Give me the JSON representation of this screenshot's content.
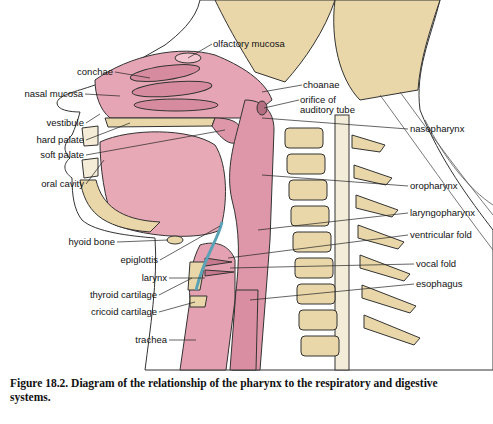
{
  "diagram": {
    "caption": "Figure 18.2. Diagram of the relationship of the pharynx to the respiratory and digestive systems.",
    "labels": [
      "olfactory mucosa",
      "conchae",
      "choanae",
      "nasal mucosa",
      "orifice of auditory tube",
      "vestibule",
      "hard palate",
      "soft palate",
      "nasopharynx",
      "oral cavity",
      "oropharynx",
      "laryngopharynx",
      "hyoid bone",
      "ventricular fold",
      "epiglottis",
      "vocal fold",
      "larynx",
      "esophagus",
      "thyroid cartilage",
      "cricoid cartilage",
      "trachea"
    ]
  }
}
